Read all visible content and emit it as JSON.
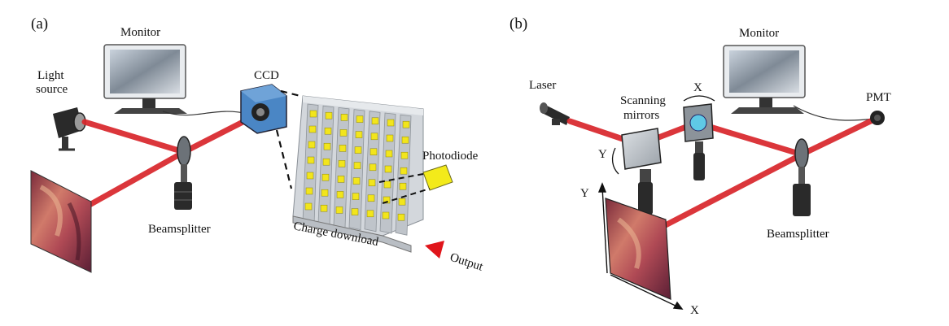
{
  "panel_a": {
    "tag": "(a)",
    "labels": {
      "monitor": "Monitor",
      "light_source_line1": "Light",
      "light_source_line2": "source",
      "ccd": "CCD",
      "photodiode": "Photodiode",
      "beamsplitter": "Beamsplitter",
      "charge_download": "Charge download",
      "output": "Output"
    }
  },
  "panel_b": {
    "tag": "(b)",
    "labels": {
      "monitor": "Monitor",
      "laser": "Laser",
      "scanning_line1": "Scanning",
      "scanning_line2": "mirrors",
      "x_mirror": "X",
      "y_mirror": "Y",
      "pmt": "PMT",
      "beamsplitter": "Beamsplitter",
      "axis_y": "Y",
      "axis_x": "X"
    }
  },
  "colors": {
    "beam": "#d9262b",
    "ccd_body": "#4a86c5",
    "pixel": "#f2e51c",
    "photodiode": "#f3ea1a",
    "output": "#e0151b",
    "grid_frame": "#cfd3d8"
  }
}
